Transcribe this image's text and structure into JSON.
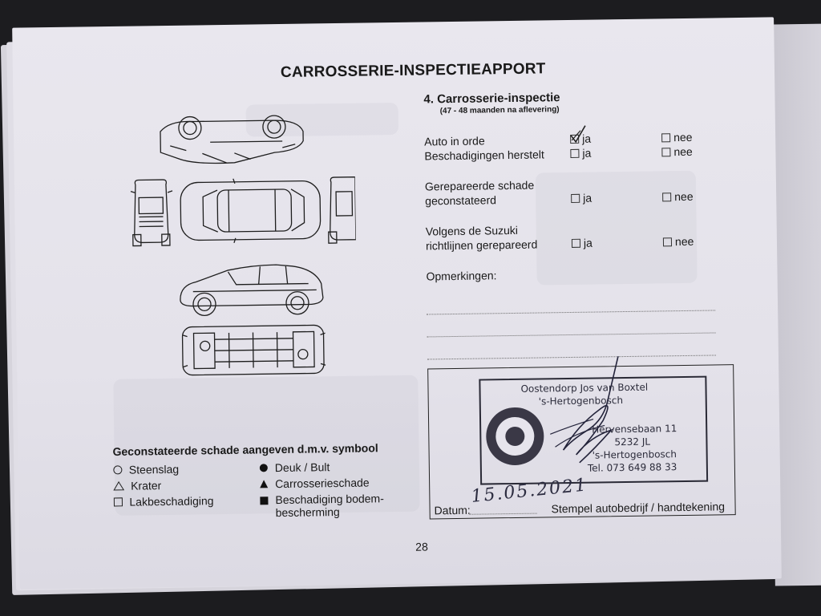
{
  "document": {
    "title": "CARROSSERIE-INSPECTIEAPPORT",
    "page_number": "28"
  },
  "section": {
    "heading": "4. Carrosserie-inspectie",
    "subheading": "(47 - 48 maanden na aflevering)"
  },
  "questions": [
    {
      "label": "Auto in orde",
      "yes": "ja",
      "no": "nee",
      "checked": "ja"
    },
    {
      "label": "Beschadigingen herstelt",
      "yes": "ja",
      "no": "nee",
      "checked": ""
    },
    {
      "label_line1": "Gerepareerde schade",
      "label_line2": "geconstateerd",
      "yes": "ja",
      "no": "nee",
      "checked": ""
    },
    {
      "label_line1": "Volgens de Suzuki",
      "label_line2": "richtlijnen gerepareerd",
      "yes": "ja",
      "no": "nee",
      "checked": ""
    }
  ],
  "remarks_label": "Opmerkingen:",
  "legend": {
    "title": "Geconstateerde schade aangeven d.m.v. symbool",
    "items": [
      {
        "symbol": "circle-outline-icon",
        "label": "Steenslag"
      },
      {
        "symbol": "circle-filled-icon",
        "label": "Deuk / Bult"
      },
      {
        "symbol": "triangle-outline-icon",
        "label": "Krater"
      },
      {
        "symbol": "triangle-filled-icon",
        "label": "Carrosserieschade"
      },
      {
        "symbol": "square-outline-icon",
        "label": "Lakbeschadiging"
      },
      {
        "symbol": "square-filled-icon",
        "label_line1": "Beschadiging bodem-",
        "label_line2": "bescherming"
      }
    ]
  },
  "stamp": {
    "line1": "Oostendorp Jos van Boxtel",
    "line2": "'s-Hertogenbosch",
    "line3": "Hervensebaan 11",
    "line4": "5232 JL",
    "line5": "'s-Hertogenbosch",
    "line6": "Tel. 073 649 88 33"
  },
  "datum_label": "Datum:",
  "datum_value": "15.05.2021",
  "stamp_caption": "Stempel autobedrijf / handtekening",
  "colors": {
    "ink": "#1a1a1a",
    "stamp_ink": "#2b2b3a",
    "paper": "#e7e5ec"
  }
}
